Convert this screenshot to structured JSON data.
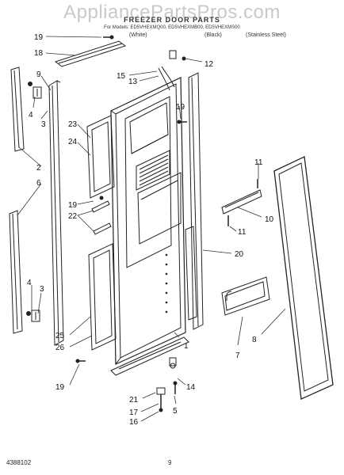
{
  "header": {
    "watermark": "AppliancePartsPros.com",
    "title": "FREEZER DOOR PARTS",
    "models": "For Models: ED5VHEXMQ00, ED5VHEXMB00, ED5VHEXMS00",
    "variants": [
      "(White)",
      "(Black)",
      "(Stainless Steel)"
    ]
  },
  "callouts": [
    "1",
    "2",
    "3",
    "4",
    "5",
    "6",
    "7",
    "8",
    "9",
    "10",
    "11",
    "12",
    "13",
    "14",
    "15",
    "16",
    "17",
    "18",
    "19",
    "20",
    "21",
    "22",
    "23",
    "24",
    "25",
    "26"
  ],
  "footer": {
    "doc_number": "4388102",
    "page_number": "9"
  }
}
